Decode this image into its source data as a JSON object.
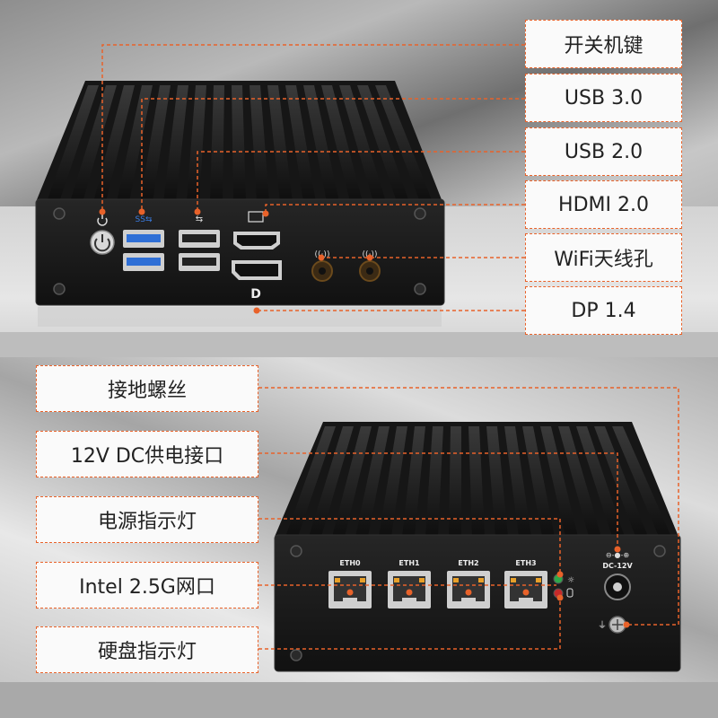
{
  "labels": {
    "power_button": "开关机键",
    "usb3": "USB 3.0",
    "usb2": "USB 2.0",
    "hdmi": "HDMI 2.0",
    "wifi_antenna": "WiFi天线孔",
    "dp": "DP 1.4",
    "ground_screw": "接地螺丝",
    "dc_power": "12V DC供电接口",
    "power_led": "电源指示灯",
    "lan": "Intel 2.5G网口",
    "hdd_led": "硬盘指示灯"
  },
  "port_labels": {
    "eth0": "ETH0",
    "eth1": "ETH1",
    "eth2": "ETH2",
    "eth3": "ETH3",
    "dc": "DC-12V"
  },
  "colors": {
    "accent": "#e8622a",
    "device": "#1a1a1a",
    "usb3_blue": "#2f6fd6",
    "led_green": "#2fa84a",
    "led_red": "#c62a2a"
  }
}
